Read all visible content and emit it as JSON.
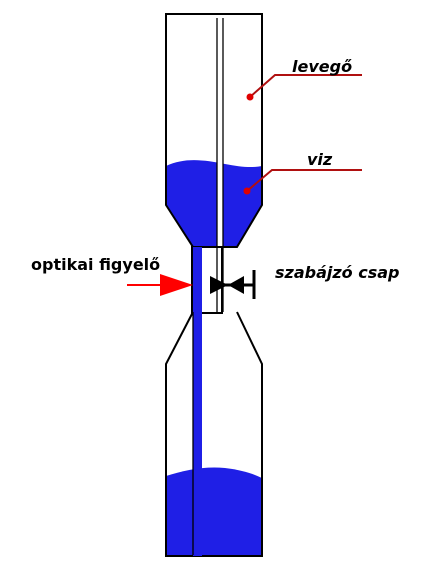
{
  "labels": {
    "air": "levegő",
    "water": "viz",
    "valve": "szabájzó csap",
    "observer": "optikai figyelő"
  },
  "colors": {
    "water": "#1f1fe6",
    "leader_line": "#b01010",
    "pointer_dot": "#e00000",
    "arrow": "#ff0000",
    "outline": "#000000"
  },
  "icons": {
    "valve": "valve-tap-icon",
    "observer_arrow": "right-arrow-icon"
  }
}
